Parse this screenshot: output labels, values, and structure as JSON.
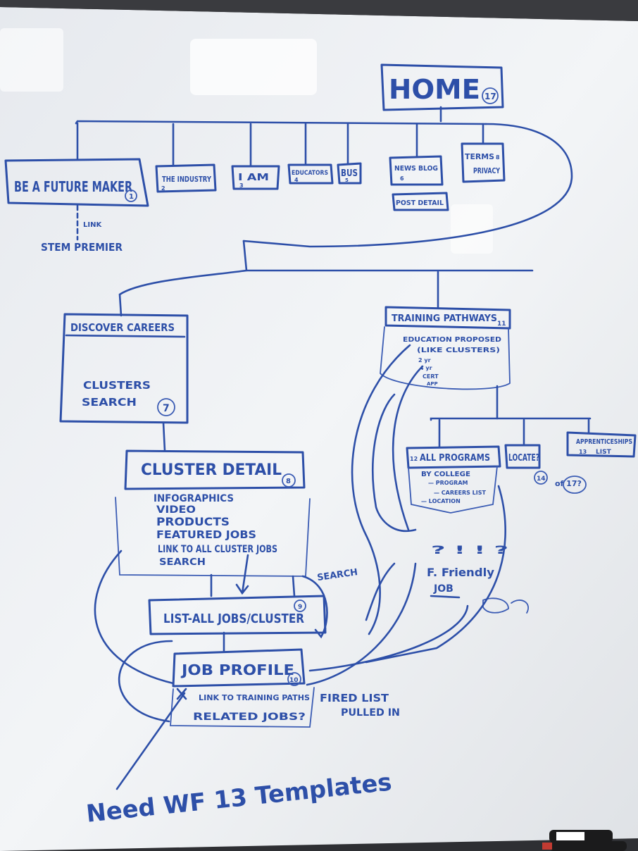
{
  "colors": {
    "board": "#f1f3f5",
    "marker": "#2d4fa8",
    "frame": "#2e2f33"
  },
  "home": {
    "label": "HOME",
    "number": "17"
  },
  "top_nav": {
    "be_a_future_maker": {
      "label": "BE A FUTURE MAKER",
      "number": "1"
    },
    "the_industry": {
      "label": "THE INDUSTRY",
      "number": "2"
    },
    "i_am": {
      "label": "I AM",
      "number": "3"
    },
    "educators": {
      "label": "EDUCATORS",
      "number": "4"
    },
    "bus": {
      "label": "BUS",
      "number": "5"
    },
    "news_blog": {
      "label": "NEWS BLOG",
      "number": "6"
    },
    "post_detail": {
      "label": "POST DETAIL"
    },
    "terms_privacy": {
      "label_1": "TERMS",
      "label_2": "PRIVACY",
      "number": "8"
    }
  },
  "link_note": "LINK",
  "stem_premier": "STEM PREMIER",
  "discover_careers": {
    "title": "DISCOVER CAREERS",
    "items": [
      "CLUSTERS",
      "SEARCH"
    ],
    "number": "7"
  },
  "training_pathways": {
    "title": "TRAINING PATHWAYS",
    "number": "11",
    "line_1": "EDUCATION PROPOSED",
    "line_2": "(LIKE CLUSTERS)",
    "items": [
      "2 yr",
      "4 yr",
      "CERT",
      "APP"
    ]
  },
  "cluster_detail": {
    "title": "CLUSTER DETAIL",
    "number": "8",
    "items": [
      "INFOGRAPHICS",
      "VIDEO",
      "PRODUCTS",
      "FEATURED JOBS",
      "LINK TO ALL CLUSTER JOBS",
      "SEARCH"
    ]
  },
  "search_label": "SEARCH",
  "list_all_jobs": {
    "label": "LIST-ALL JOBS/CLUSTER",
    "number": "9"
  },
  "job_profile": {
    "label": "JOB PROFILE",
    "number": "10",
    "items": [
      "LINK TO TRAINING PATHS",
      "RELATED JOBS?"
    ]
  },
  "fired_list": {
    "line_1": "FIRED LIST",
    "line_2": "PULLED IN"
  },
  "all_programs": {
    "label": "ALL PROGRAMS",
    "number": "12",
    "items": [
      "BY COLLEGE",
      "— PROGRAM",
      "— CAREERS LIST",
      "— LOCATION"
    ]
  },
  "locate": {
    "label": "LOCATE?",
    "number": "14"
  },
  "apprenticeships": {
    "label": "APPRENTICESHIPS",
    "sub": "LIST",
    "number": "13"
  },
  "of_17": "of 17?",
  "friendly_job": {
    "line_1": "F. Friendly",
    "line_2": "JOB",
    "marks": "? ! ! ?"
  },
  "footer_note": "Need WF 13 Templates"
}
